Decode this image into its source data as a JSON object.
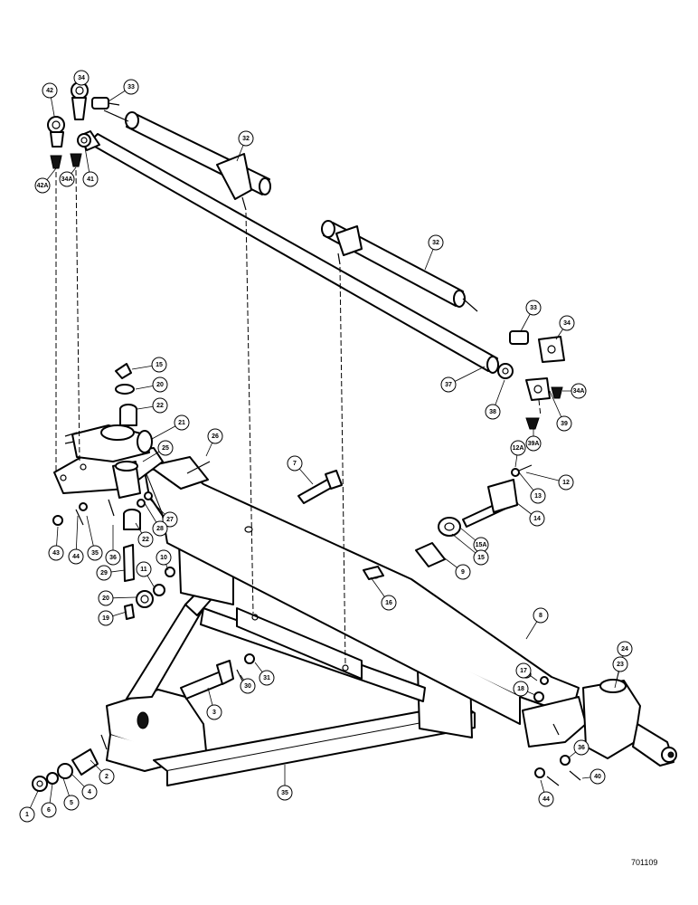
{
  "figure_code": "701109",
  "callouts": [
    "42",
    "34",
    "33",
    "32",
    "41",
    "34A",
    "42A",
    "32",
    "33",
    "34",
    "37",
    "38",
    "34A",
    "39",
    "39A",
    "15",
    "20",
    "22",
    "21",
    "25",
    "26",
    "7",
    "12A",
    "12",
    "13",
    "14",
    "15A",
    "15",
    "9",
    "27",
    "28",
    "22",
    "43",
    "44",
    "35",
    "36",
    "10",
    "11",
    "29",
    "20",
    "19",
    "16",
    "8",
    "24",
    "23",
    "17",
    "18",
    "31",
    "30",
    "3",
    "2",
    "4",
    "5",
    "6",
    "1",
    "35",
    "36",
    "40",
    "44"
  ]
}
